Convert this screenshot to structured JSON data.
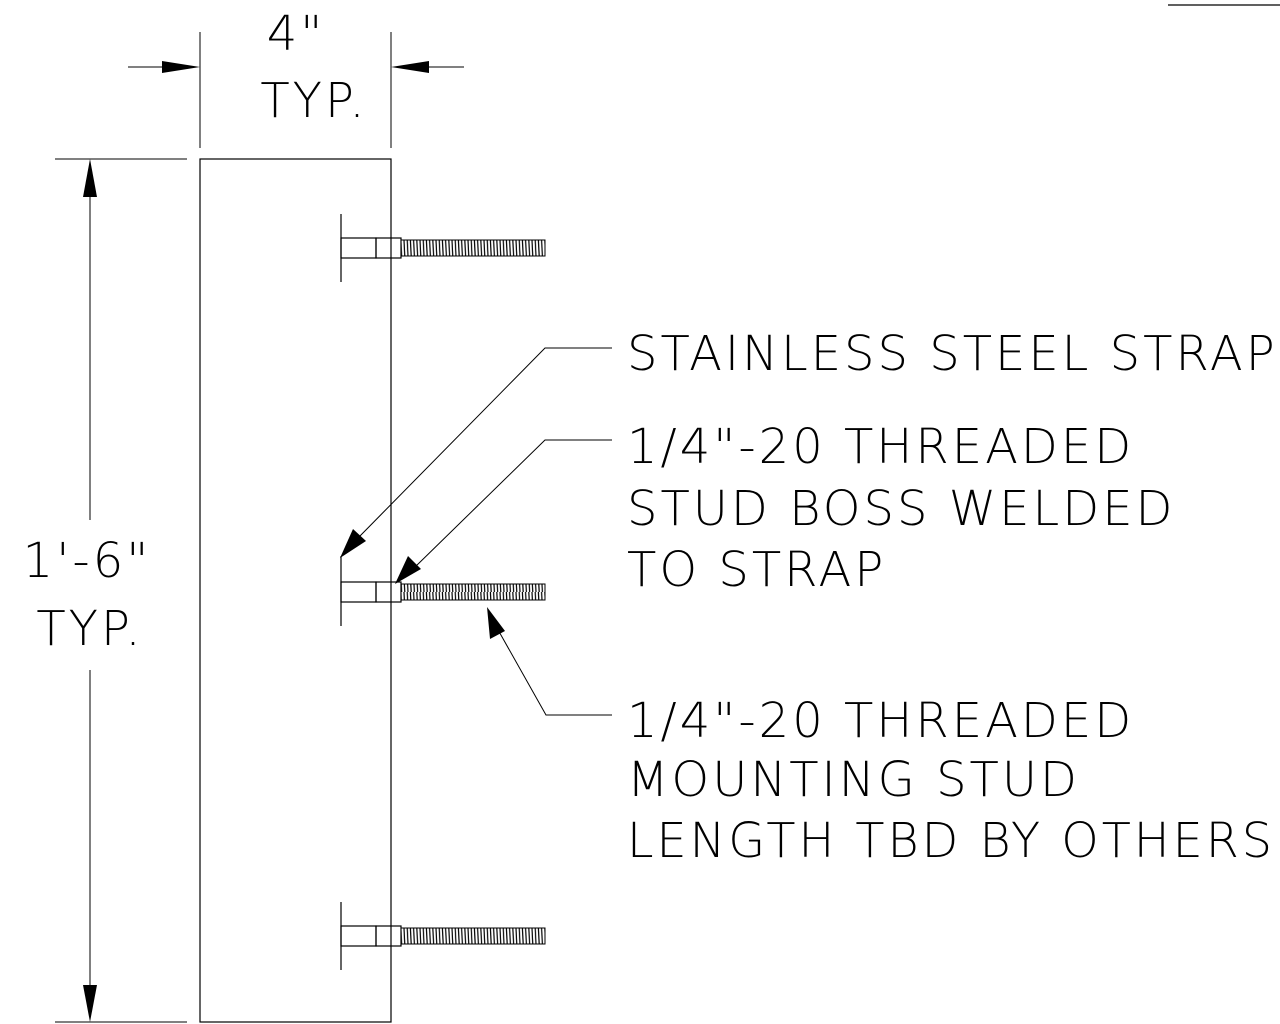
{
  "dimensions": {
    "width_value": "4\"",
    "width_note": "TYP.",
    "height_value": "1'-6\"",
    "height_note": "TYP."
  },
  "callouts": {
    "strap": [
      "STAINLESS STEEL STRAP"
    ],
    "boss": [
      "1/4\"-20 THREADED",
      "STUD BOSS WELDED",
      "TO STRAP"
    ],
    "stud": [
      "1/4\"-20 THREADED",
      "MOUNTING STUD",
      "LENGTH TBD BY OTHERS"
    ]
  },
  "colors": {
    "line": "#000000",
    "background": "#ffffff"
  }
}
